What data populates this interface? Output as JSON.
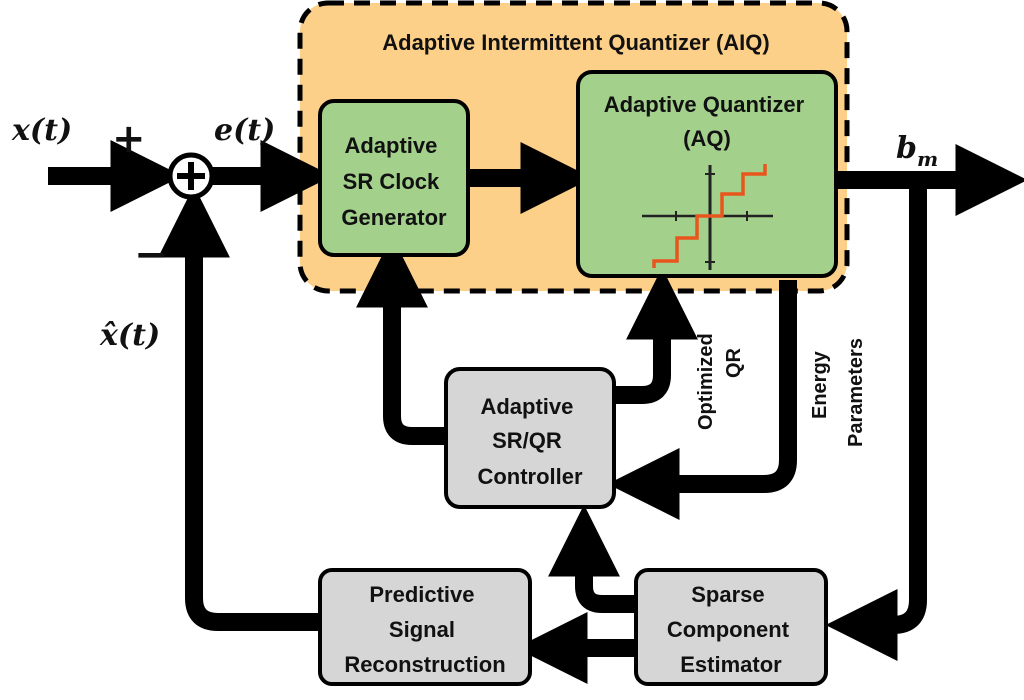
{
  "colors": {
    "aiq_fill": "#FDD08A",
    "green_block": "#A3D18C",
    "gray_block": "#D6D6D6",
    "quantizer_curve": "#E8561E",
    "line": "#000000"
  },
  "aiq": {
    "title": "Adaptive Intermittent Quantizer (AIQ)"
  },
  "blocks": {
    "clock": {
      "lines": [
        "Adaptive",
        "SR Clock",
        "Generator"
      ]
    },
    "quantizer": {
      "lines": [
        "Adaptive Quantizer",
        "(AQ)"
      ]
    },
    "controller": {
      "lines": [
        "Adaptive",
        "SR/QR",
        "Controller"
      ]
    },
    "predictive": {
      "lines": [
        "Predictive",
        "Signal",
        "Reconstruction"
      ]
    },
    "sparse": {
      "lines": [
        "Sparse",
        "Component",
        "Estimator"
      ]
    }
  },
  "signals": {
    "input": "x(t)",
    "error": "e(t)",
    "estimate": "x̂(t)",
    "output_base": "b",
    "output_sub": "m",
    "plus": "+",
    "minus": "−"
  },
  "side_labels": {
    "optimized_qr": [
      "Optimized",
      "QR"
    ],
    "energy_parameters": [
      "Energy",
      "Parameters"
    ]
  }
}
